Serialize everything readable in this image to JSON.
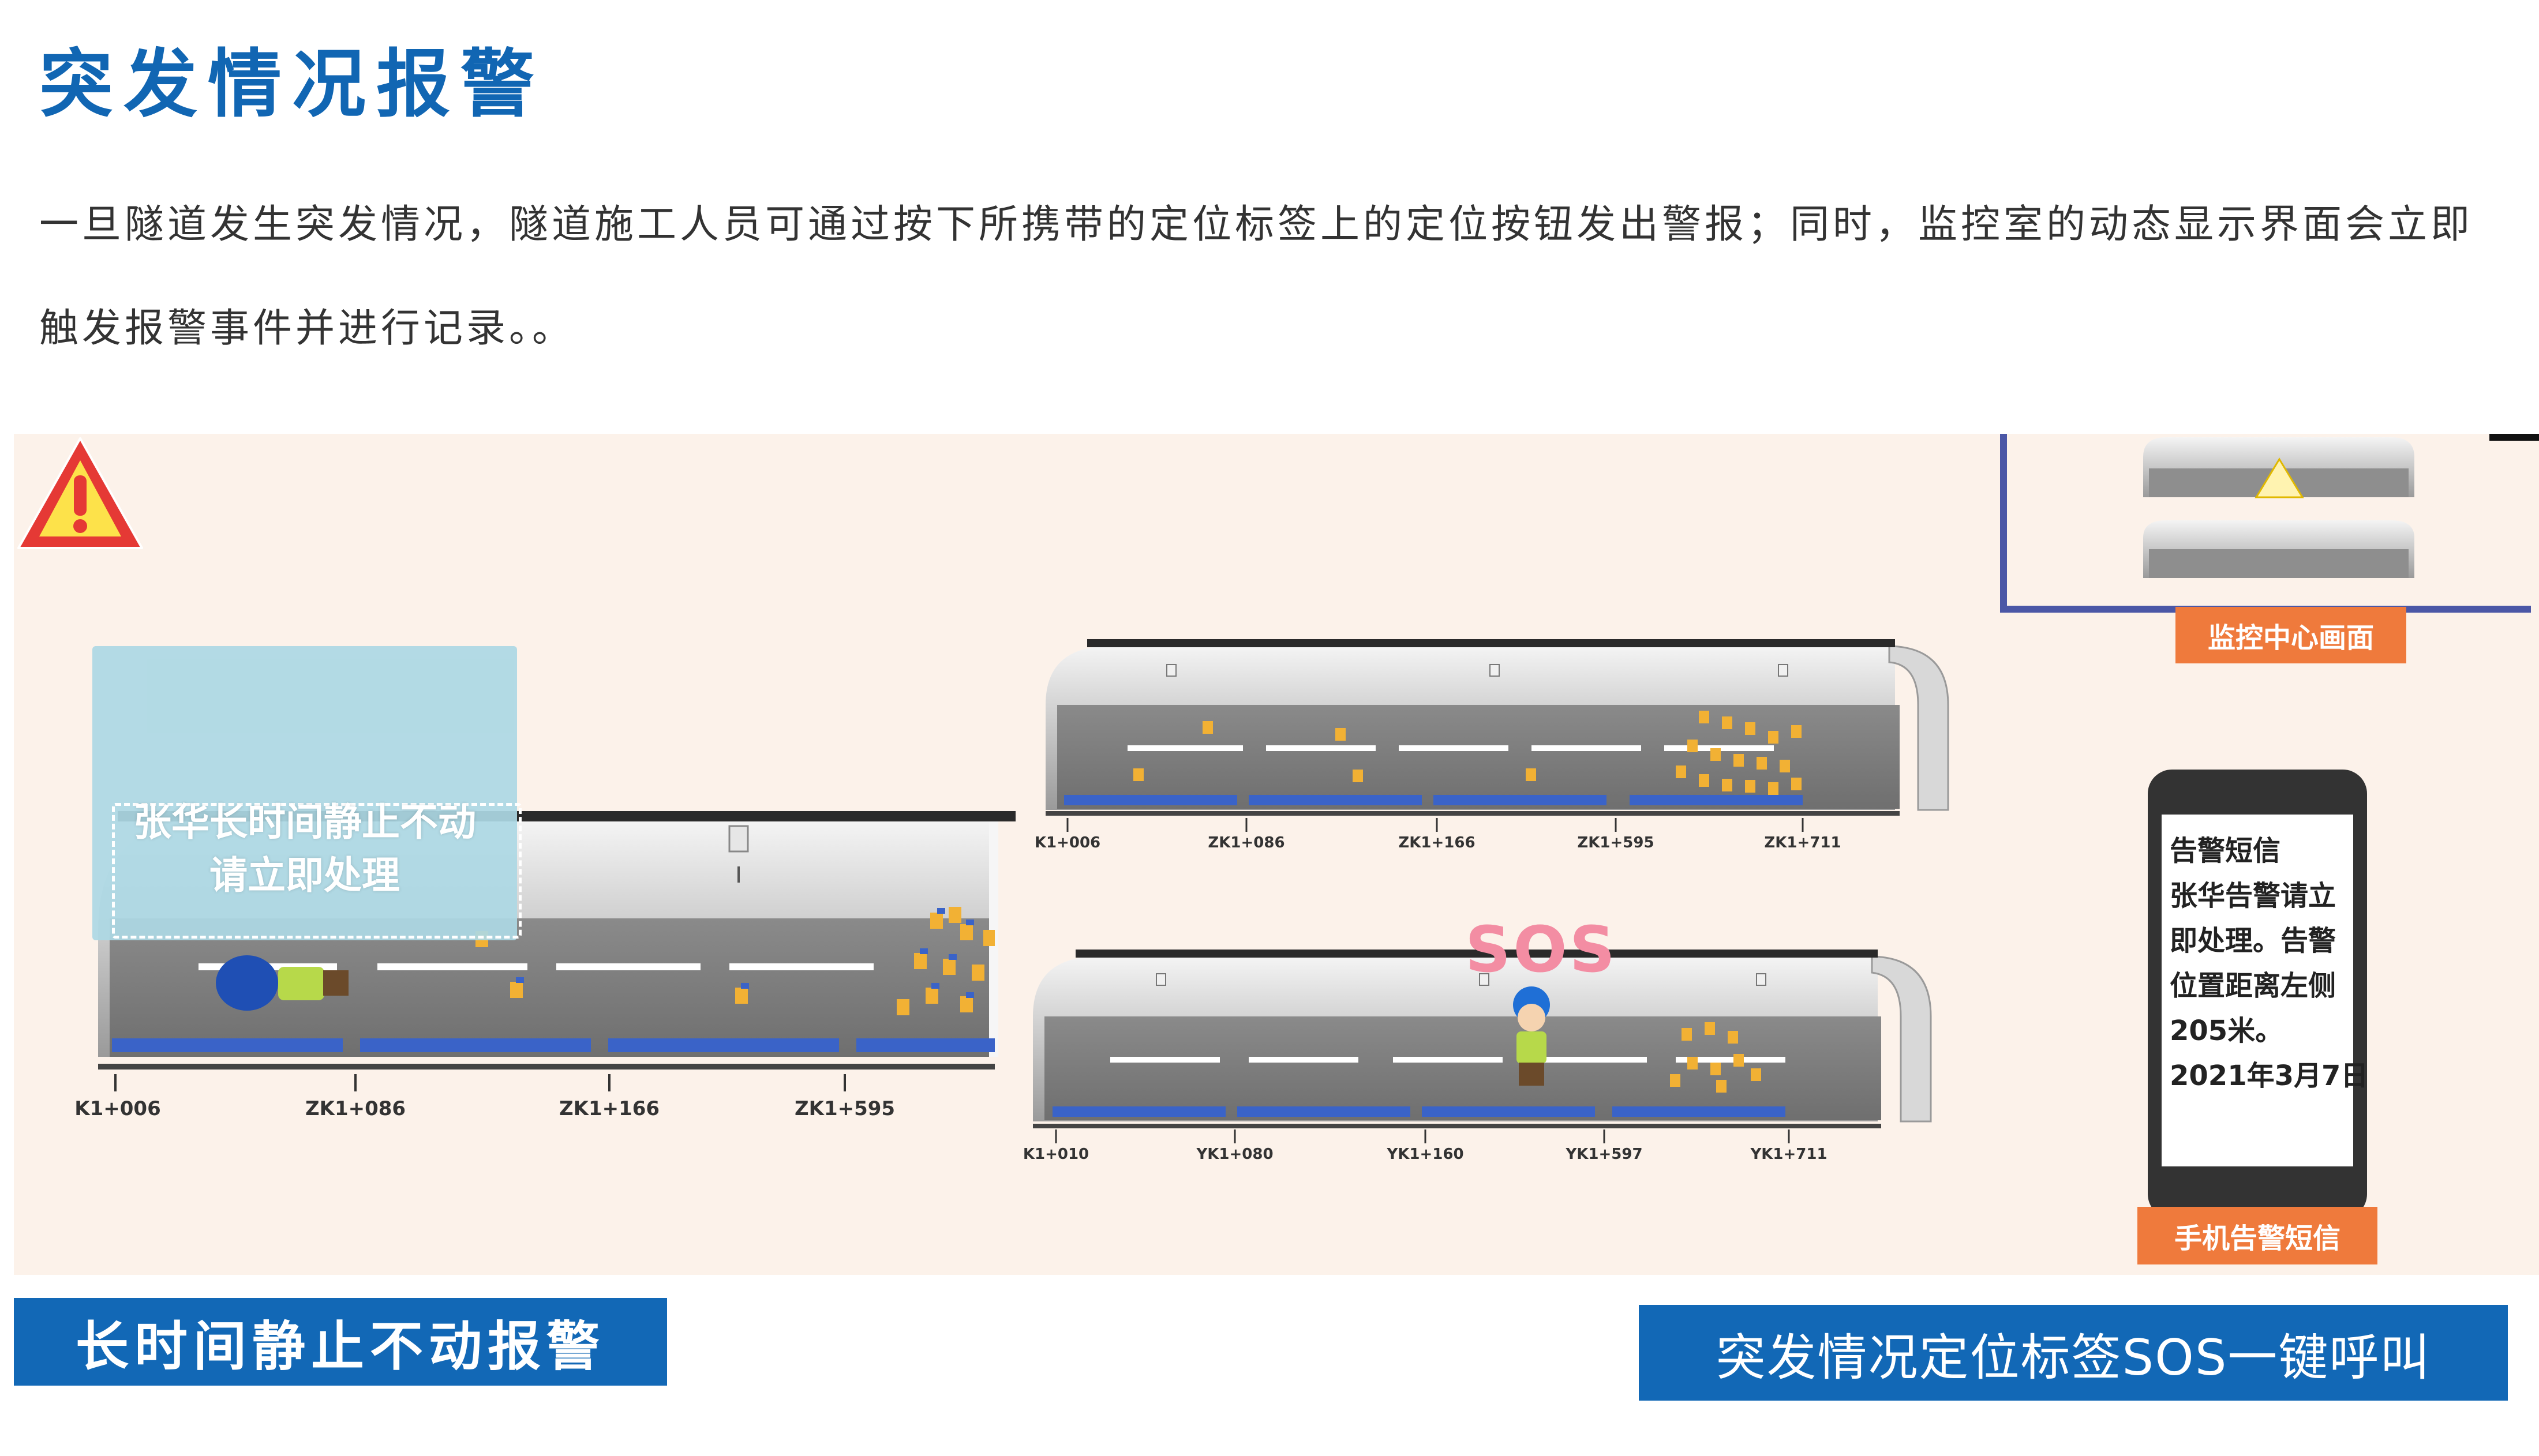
{
  "header": {
    "title": "突发情况报警",
    "description": "一旦隧道发生突发情况，隧道施工人员可通过按下所携带的定位标签上的定位按钮发出警报；同时，监控室的动态显示界面会立即触发报警事件并进行记录。。"
  },
  "left_scene": {
    "alert_line1": "张华长时间静止不动",
    "alert_line2": "请立即处理",
    "ticks": [
      "K1+006",
      "ZK1+086",
      "ZK1+166",
      "ZK1+595"
    ]
  },
  "upper_tunnel": {
    "ticks": [
      "K1+006",
      "ZK1+086",
      "ZK1+166",
      "ZK1+595",
      "ZK1+711"
    ]
  },
  "lower_tunnel": {
    "sos": "SOS",
    "ticks": [
      "K1+010",
      "YK1+080",
      "YK1+160",
      "YK1+597",
      "YK1+711"
    ]
  },
  "monitor": {
    "label": "监控中心画面"
  },
  "phone": {
    "label": "手机告警短信",
    "sms_lines": [
      "告警短信",
      "张华告警请立",
      "即处理。告警",
      "位置距离左侧",
      "205米。",
      "2021年3月7日"
    ]
  },
  "banners": {
    "left": "长时间静止不动报警",
    "right": "突发情况定位标签SOS一键呼叫"
  },
  "colors": {
    "title_blue": "#1166b3",
    "banner_blue": "#1268b6",
    "label_orange": "#ef7a3c",
    "alert_red": "#e53935",
    "sos_pink": "#f38da3"
  }
}
